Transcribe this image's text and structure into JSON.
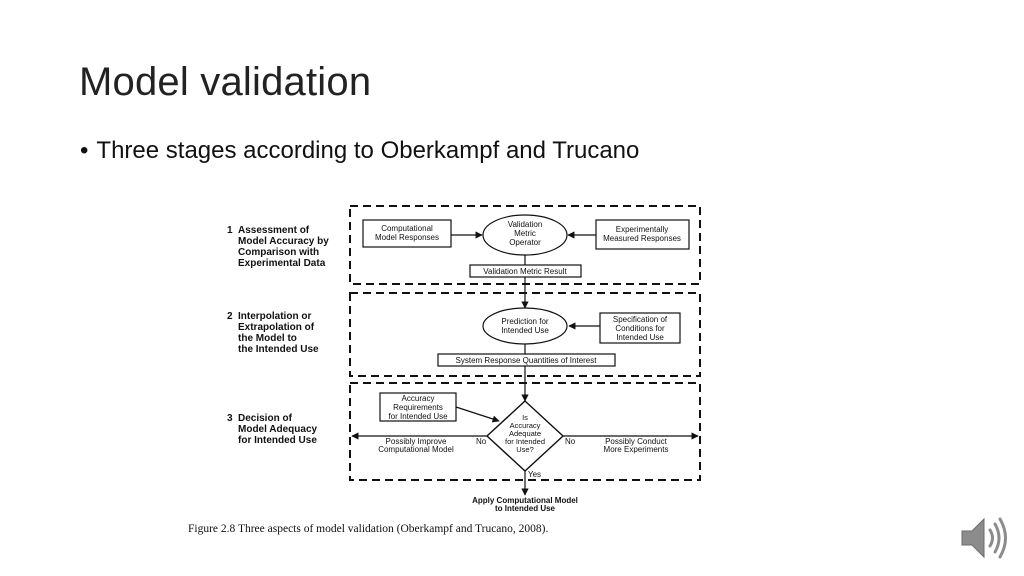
{
  "slide": {
    "title": "Model validation",
    "bullet": "Three stages according to Oberkampf and Trucano"
  },
  "figure": {
    "stages": [
      {
        "number": "1",
        "label": [
          "Assessment of",
          "Model Accuracy by",
          "Comparison with",
          "Experimental Data"
        ]
      },
      {
        "number": "2",
        "label": [
          "Interpolation or",
          "Extrapolation of",
          "the Model to",
          "the Intended Use"
        ]
      },
      {
        "number": "3",
        "label": [
          "Decision of",
          "Model Adequacy",
          "for Intended Use"
        ]
      }
    ],
    "boxes": {
      "computational_responses": [
        "Computational",
        "Model Responses"
      ],
      "validation_operator": [
        "Validation",
        "Metric",
        "Operator"
      ],
      "experimental_responses": [
        "Experimentally",
        "Measured Responses"
      ],
      "validation_result": "Validation Metric Result",
      "prediction": [
        "Prediction for",
        "Intended Use"
      ],
      "specification": [
        "Specification of",
        "Conditions for",
        "Intended Use"
      ],
      "srq": "System Response Quantities of Interest",
      "accuracy_requirements": [
        "Accuracy",
        "Requirements",
        "for Intended Use"
      ],
      "decision": [
        "Is",
        "Accuracy",
        "Adequate",
        "for Intended",
        "Use?"
      ],
      "improve_model": [
        "Possibly Improve",
        "Computational Model"
      ],
      "more_experiments": [
        "Possibly Conduct",
        "More Experiments"
      ],
      "apply_model": [
        "Apply Computational Model",
        "to Intended Use"
      ]
    },
    "branch_labels": {
      "no_left": "No",
      "no_right": "No",
      "yes": "Yes"
    },
    "caption": "Figure 2.8  Three aspects of model validation (Oberkampf and Trucano, 2008)."
  },
  "icons": {
    "audio": "speaker-icon"
  }
}
